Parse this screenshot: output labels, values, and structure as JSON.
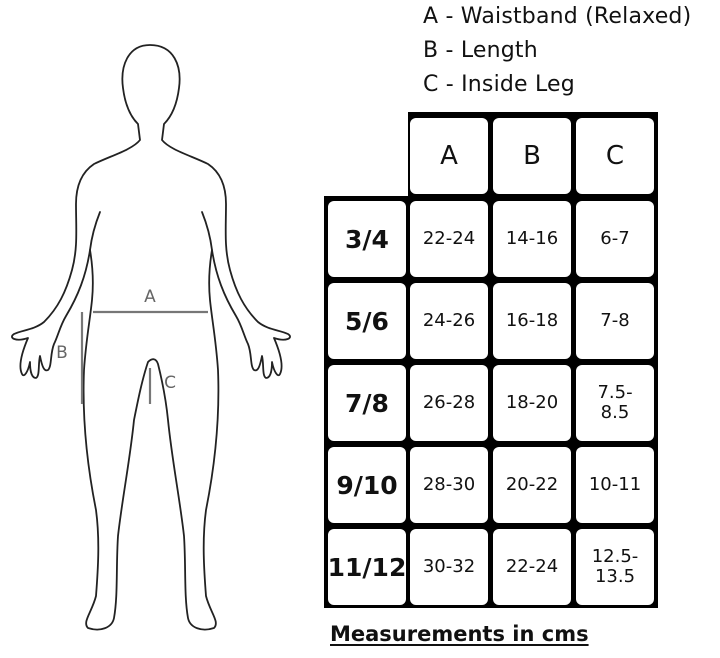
{
  "legend": [
    {
      "text": "A - Waistband (Relaxed)"
    },
    {
      "text": "B - Length"
    },
    {
      "text": "C - Inside Leg"
    }
  ],
  "figure_labels": {
    "a": "A",
    "b": "B",
    "c": "C"
  },
  "table": {
    "headers": [
      "A",
      "B",
      "C"
    ],
    "rows": [
      {
        "size": "3/4",
        "a": "22-24",
        "b": "14-16",
        "c": "6-7"
      },
      {
        "size": "5/6",
        "a": "24-26",
        "b": "16-18",
        "c": "7-8"
      },
      {
        "size": "7/8",
        "a": "26-28",
        "b": "18-20",
        "c": "7.5-\n8.5"
      },
      {
        "size": "9/10",
        "a": "28-30",
        "b": "20-22",
        "c": "10-11"
      },
      {
        "size": "11/12",
        "a": "30-32",
        "b": "22-24",
        "c": "12.5-\n13.5"
      }
    ]
  },
  "footer": "Measurements in cms",
  "colors": {
    "ink": "#111111",
    "grid": "#000000",
    "measure_line": "#777777"
  }
}
